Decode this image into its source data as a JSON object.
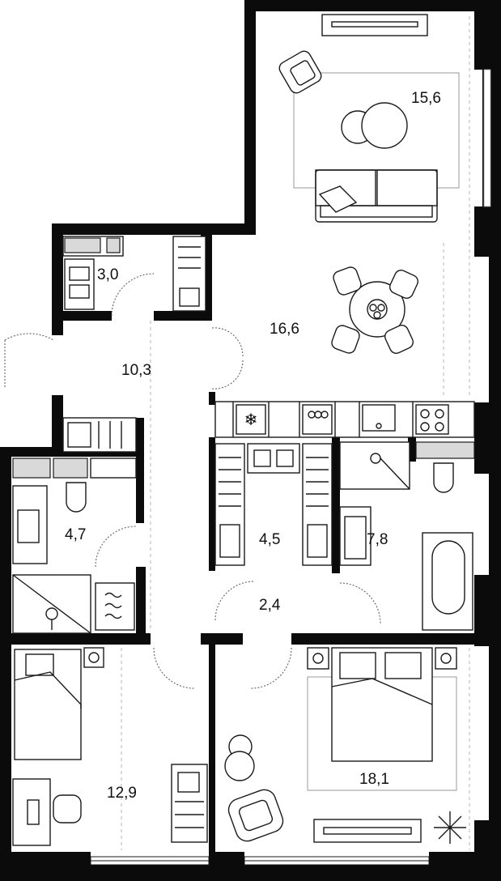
{
  "floorplan": {
    "rooms": [
      {
        "id": "living-room",
        "area": "15,6"
      },
      {
        "id": "kitchen-dining",
        "area": "16,6"
      },
      {
        "id": "hallway",
        "area": "10,3"
      },
      {
        "id": "storage-closet",
        "area": "3,0"
      },
      {
        "id": "bathroom-left",
        "area": "4,7"
      },
      {
        "id": "wardrobe-room",
        "area": "4,5"
      },
      {
        "id": "bathroom-right",
        "area": "7,8"
      },
      {
        "id": "corridor",
        "area": "2,4"
      },
      {
        "id": "bedroom-left",
        "area": "12,9"
      },
      {
        "id": "bedroom-master",
        "area": "18,1"
      }
    ],
    "icons": {
      "snowflake": "❄"
    },
    "colors": {
      "wall": "#0b0b0b",
      "line": "#1a1a1a",
      "background": "#ffffff"
    }
  }
}
